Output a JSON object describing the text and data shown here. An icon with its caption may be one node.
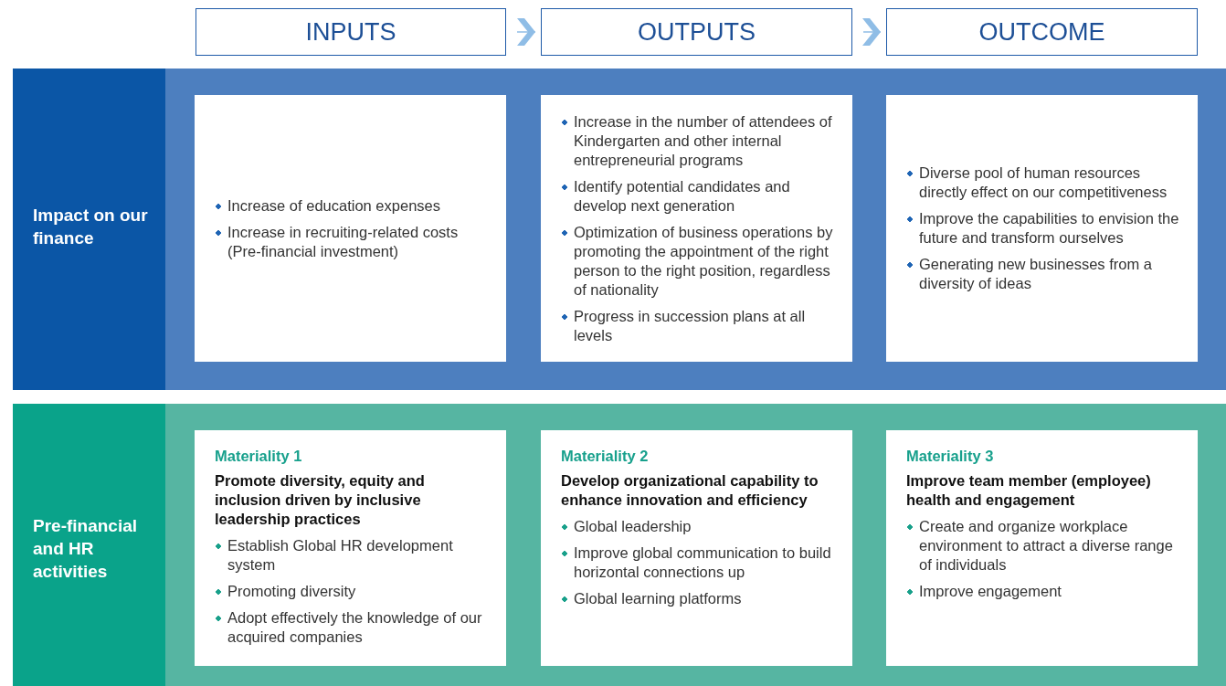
{
  "diagram": {
    "nodes": [
      {
        "text": [
          "INPUTS"
        ]
      },
      {
        "text": [
          "OUTPUTS"
        ]
      },
      {
        "text": [
          "OUTCOME"
        ]
      },
      {
        "text": [
          "Impact on our finance"
        ]
      },
      {
        "text": [
          "Increase of education expenses",
          "Increase in recruiting-related costs (Pre-financial investment)"
        ],
        "in": 3
      },
      {
        "text": [
          "Increase in the number of attendees of Kindergarten and other internal entrepreneurial programs",
          "Identify potential candidates and develop next generation",
          "Optimization of business operations by promoting the appointment of the right person to the right position, regardless of nationality",
          "Progress in succession plans at all levels"
        ],
        "in": 3
      },
      {
        "text": [
          "Diverse pool of human resources directly effect on our competitiveness",
          "Improve the capabilities to envision the future and transform ourselves",
          "Generating new businesses from a diversity of ideas"
        ],
        "in": 3
      },
      {
        "text": [
          "Pre-financial and HR activities"
        ]
      },
      {
        "text": [
          "Materiality 1",
          "Promote diversity, equity and inclusion driven by inclusive leadership practices",
          "Establish Global HR development system",
          "Promoting diversity",
          "Adopt effectively the knowledge of our acquired companies"
        ],
        "in": 7
      },
      {
        "text": [
          "Materiality 2",
          "Develop organizational capability to enhance innovation and efficiency",
          "Global leadership",
          "Improve global communication to build horizontal connections up",
          "Global learning platforms"
        ],
        "in": 7
      },
      {
        "text": [
          "Materiality 3",
          "Improve team member (employee) health and engagement",
          "Create and organize workplace environment to attract a diverse range of individuals",
          "Improve engagement"
        ],
        "in": 7
      }
    ],
    "edges": [
      {
        "from": 0,
        "to": 1,
        "arrow": "to"
      },
      {
        "from": 1,
        "to": 2,
        "arrow": "to"
      }
    ]
  }
}
